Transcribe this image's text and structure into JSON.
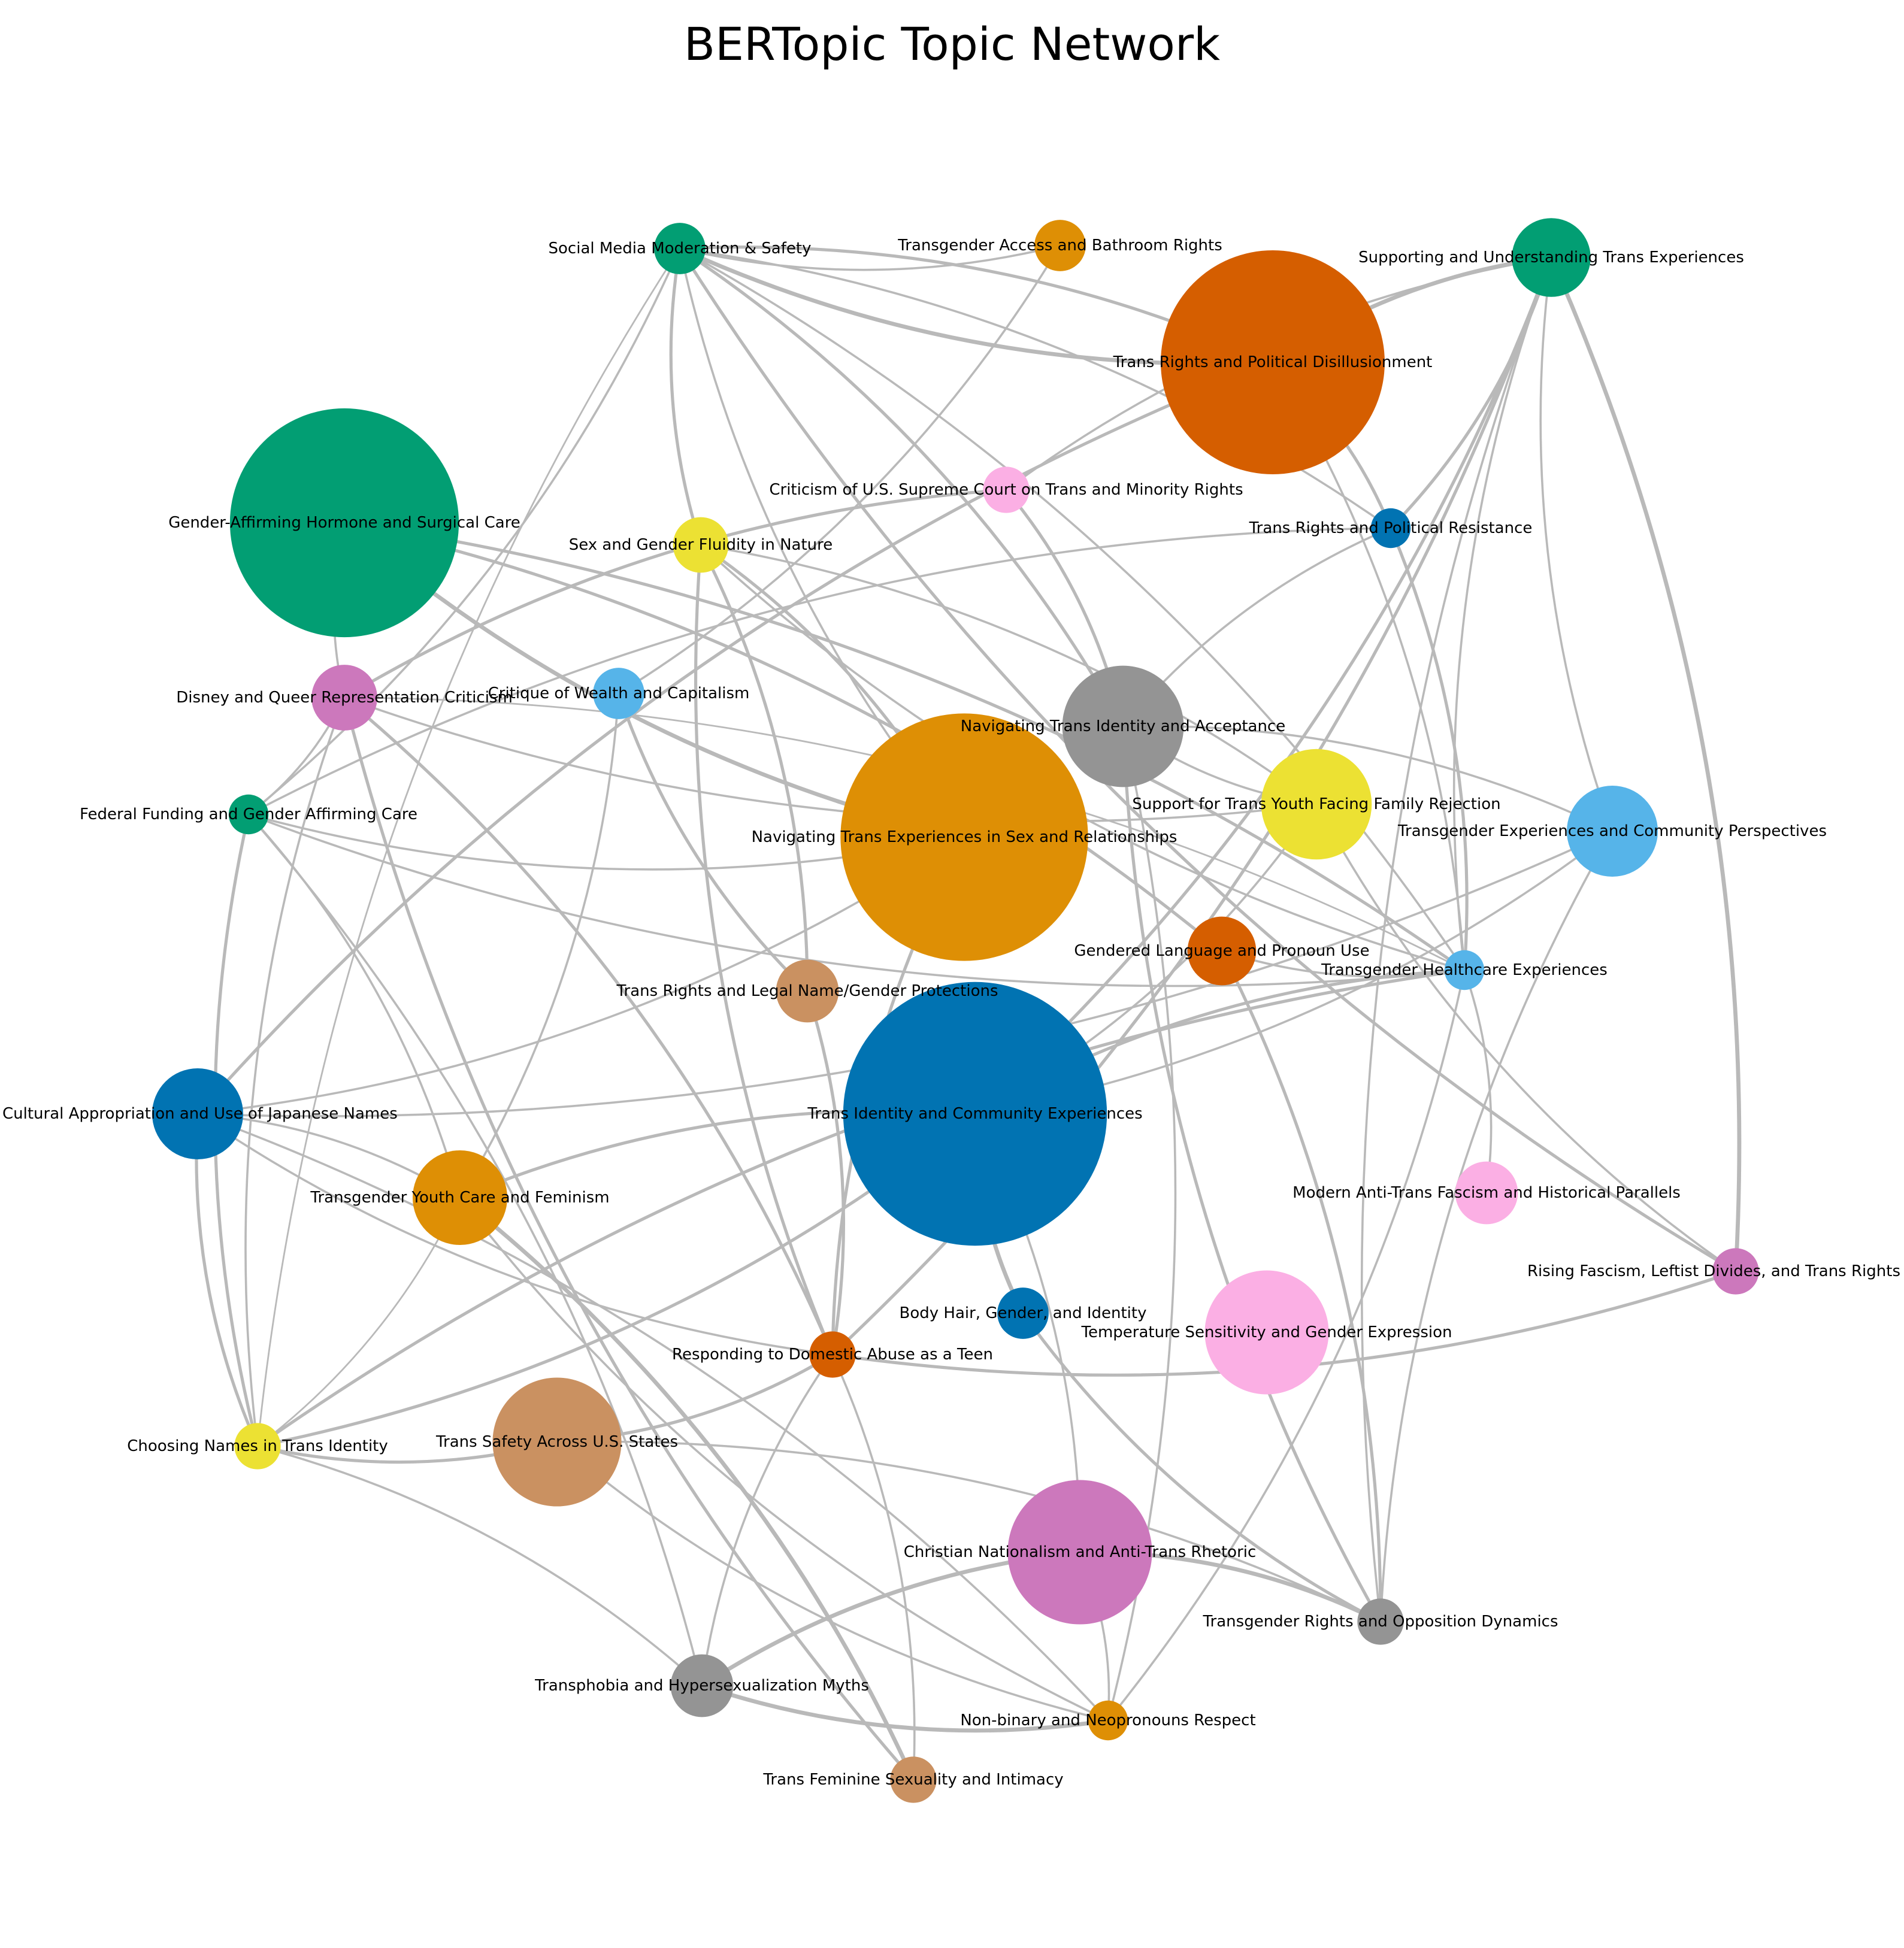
{
  "title": "BERTopic Topic Network",
  "edge_color": "#b9b9b9",
  "palette": {
    "orange": "#de8f05",
    "blue": "#0173b2",
    "green": "#029e73",
    "vermilion": "#d55e00",
    "purple": "#cc78bc",
    "tan": "#ca9161",
    "pink": "#fbafe4",
    "gray": "#949494",
    "yellow": "#ece133",
    "sky": "#56b4e9"
  },
  "nodes": [
    {
      "id": "social",
      "label": "Social Media Moderation & Safety",
      "color": "green",
      "size": 3
    },
    {
      "id": "bathroom",
      "label": "Transgender Access and Bathroom Rights",
      "color": "orange",
      "size": 3
    },
    {
      "id": "supporting",
      "label": "Supporting and Understanding Trans Experiences",
      "color": "green",
      "size": 12
    },
    {
      "id": "disillusion",
      "label": "Trans Rights and Political Disillusionment",
      "color": "vermilion",
      "size": 160
    },
    {
      "id": "hormone",
      "label": "Gender-Affirming Hormone and Surgical Care",
      "color": "green",
      "size": 168
    },
    {
      "id": "scotus",
      "label": "Criticism of U.S. Supreme Court on Trans and Minority Rights",
      "color": "pink",
      "size": 2
    },
    {
      "id": "resistance",
      "label": "Trans Rights and Political Resistance",
      "color": "blue",
      "size": 1
    },
    {
      "id": "fluidity",
      "label": "Sex and Gender Fluidity in Nature",
      "color": "yellow",
      "size": 4
    },
    {
      "id": "disney",
      "label": "Disney and Queer Representation Criticism",
      "color": "purple",
      "size": 7
    },
    {
      "id": "wealth",
      "label": "Critique of Wealth and Capitalism",
      "color": "sky",
      "size": 3
    },
    {
      "id": "navigating",
      "label": "Navigating Trans Identity and Acceptance",
      "color": "gray",
      "size": 38
    },
    {
      "id": "family",
      "label": "Support for Trans Youth Facing Family Rejection",
      "color": "yellow",
      "size": 30
    },
    {
      "id": "federal",
      "label": "Federal Funding and Gender Affirming Care",
      "color": "green",
      "size": 1
    },
    {
      "id": "community_persp",
      "label": "Transgender Experiences and Community Perspectives",
      "color": "sky",
      "size": 18
    },
    {
      "id": "sexrel",
      "label": "Navigating Trans Experiences in Sex and Relationships",
      "color": "orange",
      "size": 200
    },
    {
      "id": "pronoun",
      "label": "Gendered Language and Pronoun Use",
      "color": "vermilion",
      "size": 8
    },
    {
      "id": "healthcare",
      "label": "Transgender Healthcare Experiences",
      "color": "sky",
      "size": 1
    },
    {
      "id": "legalname",
      "label": "Trans Rights and Legal Name/Gender Protections",
      "color": "tan",
      "size": 6
    },
    {
      "id": "identity",
      "label": "Trans Identity and Community Experiences",
      "color": "blue",
      "size": 230
    },
    {
      "id": "japanese",
      "label": "Cultural Appropriation and Use of Japanese Names",
      "color": "blue",
      "size": 18
    },
    {
      "id": "youthcare",
      "label": "Transgender Youth Care and Feminism",
      "color": "orange",
      "size": 20
    },
    {
      "id": "fascism",
      "label": "Modern Anti-Trans Fascism and Historical Parallels",
      "color": "pink",
      "size": 6
    },
    {
      "id": "leftist",
      "label": "Rising Fascism, Leftist Divides, and Trans Rights",
      "color": "purple",
      "size": 2
    },
    {
      "id": "bodyhair",
      "label": "Body Hair, Gender, and Identity",
      "color": "blue",
      "size": 3
    },
    {
      "id": "temperature",
      "label": "Temperature Sensitivity and Gender Expression",
      "color": "pink",
      "size": 40
    },
    {
      "id": "abuse",
      "label": "Responding to Domestic Abuse as a Teen",
      "color": "vermilion",
      "size": 2
    },
    {
      "id": "names",
      "label": "Choosing Names in Trans Identity",
      "color": "yellow",
      "size": 2
    },
    {
      "id": "safety",
      "label": "Trans Safety Across U.S. States",
      "color": "tan",
      "size": 44
    },
    {
      "id": "christian",
      "label": "Christian Nationalism and Anti-Trans Rhetoric",
      "color": "purple",
      "size": 58
    },
    {
      "id": "opposition",
      "label": "Transgender Rights and Opposition Dynamics",
      "color": "gray",
      "size": 2
    },
    {
      "id": "hypersex",
      "label": "Transphobia and Hypersexualization Myths",
      "color": "gray",
      "size": 6
    },
    {
      "id": "nonbinary",
      "label": "Non-binary and Neopronouns Respect",
      "color": "orange",
      "size": 1
    },
    {
      "id": "feminine",
      "label": "Trans Feminine Sexuality and Intimacy",
      "color": "tan",
      "size": 2
    }
  ],
  "edges": [
    {
      "source": "social",
      "target": "disillusion",
      "weight": 3
    },
    {
      "source": "social",
      "target": "disillusion",
      "weight": 2
    },
    {
      "source": "social",
      "target": "bathroom",
      "weight": 1
    },
    {
      "source": "social",
      "target": "navigating",
      "weight": 2
    },
    {
      "source": "social",
      "target": "fluidity",
      "weight": 2
    },
    {
      "source": "social",
      "target": "healthcare",
      "weight": 1
    },
    {
      "source": "social",
      "target": "leftist",
      "weight": 2
    },
    {
      "source": "social",
      "target": "federal",
      "weight": 1
    },
    {
      "source": "social",
      "target": "sexrel",
      "weight": 1
    },
    {
      "source": "social",
      "target": "resistance",
      "weight": 1
    },
    {
      "source": "social",
      "target": "names",
      "weight": 0.5
    },
    {
      "source": "bathroom",
      "target": "wealth",
      "weight": 1
    },
    {
      "source": "supporting",
      "target": "disillusion",
      "weight": 3
    },
    {
      "source": "supporting",
      "target": "resistance",
      "weight": 2
    },
    {
      "source": "supporting",
      "target": "community_persp",
      "weight": 1
    },
    {
      "source": "supporting",
      "target": "leftist",
      "weight": 3
    },
    {
      "source": "supporting",
      "target": "healthcare",
      "weight": 1
    },
    {
      "source": "supporting",
      "target": "identity",
      "weight": 2
    },
    {
      "source": "supporting",
      "target": "scotus",
      "weight": 1
    },
    {
      "source": "supporting",
      "target": "abuse",
      "weight": 2
    },
    {
      "source": "supporting",
      "target": "opposition",
      "weight": 1
    },
    {
      "source": "disillusion",
      "target": "resistance",
      "weight": 2
    },
    {
      "source": "disillusion",
      "target": "japanese",
      "weight": 2
    },
    {
      "source": "disillusion",
      "target": "healthcare",
      "weight": 1
    },
    {
      "source": "hormone",
      "target": "sexrel",
      "weight": 3
    },
    {
      "source": "hormone",
      "target": "healthcare",
      "weight": 2
    },
    {
      "source": "hormone",
      "target": "disney",
      "weight": 1
    },
    {
      "source": "hormone",
      "target": "pronoun",
      "weight": 2
    },
    {
      "source": "scotus",
      "target": "disney",
      "weight": 2
    },
    {
      "source": "scotus",
      "target": "navigating",
      "weight": 2
    },
    {
      "source": "resistance",
      "target": "navigating",
      "weight": 1
    },
    {
      "source": "resistance",
      "target": "healthcare",
      "weight": 2
    },
    {
      "source": "resistance",
      "target": "federal",
      "weight": 1
    },
    {
      "source": "fluidity",
      "target": "sexrel",
      "weight": 2
    },
    {
      "source": "fluidity",
      "target": "healthcare",
      "weight": 1
    },
    {
      "source": "fluidity",
      "target": "legalname",
      "weight": 2
    },
    {
      "source": "fluidity",
      "target": "abuse",
      "weight": 2
    },
    {
      "source": "fluidity",
      "target": "family",
      "weight": 1
    },
    {
      "source": "disney",
      "target": "family",
      "weight": 1
    },
    {
      "source": "disney",
      "target": "abuse",
      "weight": 2
    },
    {
      "source": "disney",
      "target": "names",
      "weight": 1
    },
    {
      "source": "disney",
      "target": "federal",
      "weight": 1
    },
    {
      "source": "disney",
      "target": "feminine",
      "weight": 2
    },
    {
      "source": "disney",
      "target": "healthcare",
      "weight": 0.5
    },
    {
      "source": "wealth",
      "target": "legalname",
      "weight": 2
    },
    {
      "source": "wealth",
      "target": "youthcare",
      "weight": 1
    },
    {
      "source": "navigating",
      "target": "family",
      "weight": 1
    },
    {
      "source": "navigating",
      "target": "community_persp",
      "weight": 1
    },
    {
      "source": "navigating",
      "target": "opposition",
      "weight": 2
    },
    {
      "source": "navigating",
      "target": "nonbinary",
      "weight": 1
    },
    {
      "source": "family",
      "target": "leftist",
      "weight": 1
    },
    {
      "source": "family",
      "target": "identity",
      "weight": 1
    },
    {
      "source": "federal",
      "target": "names",
      "weight": 2
    },
    {
      "source": "federal",
      "target": "hypersex",
      "weight": 1
    },
    {
      "source": "federal",
      "target": "sexrel",
      "weight": 1
    },
    {
      "source": "federal",
      "target": "youthcare",
      "weight": 1
    },
    {
      "source": "federal",
      "target": "healthcare",
      "weight": 1
    },
    {
      "source": "community_persp",
      "target": "identity",
      "weight": 1
    },
    {
      "source": "community_persp",
      "target": "opposition",
      "weight": 1
    },
    {
      "source": "community_persp",
      "target": "japanese",
      "weight": 1
    },
    {
      "source": "sexrel",
      "target": "abuse",
      "weight": 2
    },
    {
      "source": "sexrel",
      "target": "japanese",
      "weight": 1
    },
    {
      "source": "pronoun",
      "target": "healthcare",
      "weight": 1
    },
    {
      "source": "pronoun",
      "target": "opposition",
      "weight": 2
    },
    {
      "source": "healthcare",
      "target": "identity",
      "weight": 2
    },
    {
      "source": "healthcare",
      "target": "nonbinary",
      "weight": 1
    },
    {
      "source": "healthcare",
      "target": "names",
      "weight": 2
    },
    {
      "source": "legalname",
      "target": "abuse",
      "weight": 2
    },
    {
      "source": "identity",
      "target": "youthcare",
      "weight": 2
    },
    {
      "source": "identity",
      "target": "christian",
      "weight": 1
    },
    {
      "source": "identity",
      "target": "bodyhair",
      "weight": 3
    },
    {
      "source": "japanese",
      "target": "youthcare",
      "weight": 1
    },
    {
      "source": "japanese",
      "target": "names",
      "weight": 2
    },
    {
      "source": "japanese",
      "target": "nonbinary",
      "weight": 1
    },
    {
      "source": "japanese",
      "target": "abuse",
      "weight": 1
    },
    {
      "source": "youthcare",
      "target": "feminine",
      "weight": 3
    },
    {
      "source": "youthcare",
      "target": "nonbinary",
      "weight": 1
    },
    {
      "source": "youthcare",
      "target": "names",
      "weight": 0.5
    },
    {
      "source": "fascism",
      "target": "healthcare",
      "weight": 1
    },
    {
      "source": "leftist",
      "target": "abuse",
      "weight": 2
    },
    {
      "source": "bodyhair",
      "target": "opposition",
      "weight": 2
    },
    {
      "source": "abuse",
      "target": "safety",
      "weight": 2
    },
    {
      "source": "abuse",
      "target": "hypersex",
      "weight": 1
    },
    {
      "source": "abuse",
      "target": "feminine",
      "weight": 1
    },
    {
      "source": "names",
      "target": "safety",
      "weight": 2
    },
    {
      "source": "names",
      "target": "hypersex",
      "weight": 1
    },
    {
      "source": "names",
      "target": "identity",
      "weight": 2
    },
    {
      "source": "safety",
      "target": "opposition",
      "weight": 1
    },
    {
      "source": "safety",
      "target": "nonbinary",
      "weight": 1
    },
    {
      "source": "christian",
      "target": "opposition",
      "weight": 3
    },
    {
      "source": "christian",
      "target": "hypersex",
      "weight": 3
    },
    {
      "source": "christian",
      "target": "nonbinary",
      "weight": 1
    },
    {
      "source": "hypersex",
      "target": "nonbinary",
      "weight": 3
    }
  ]
}
